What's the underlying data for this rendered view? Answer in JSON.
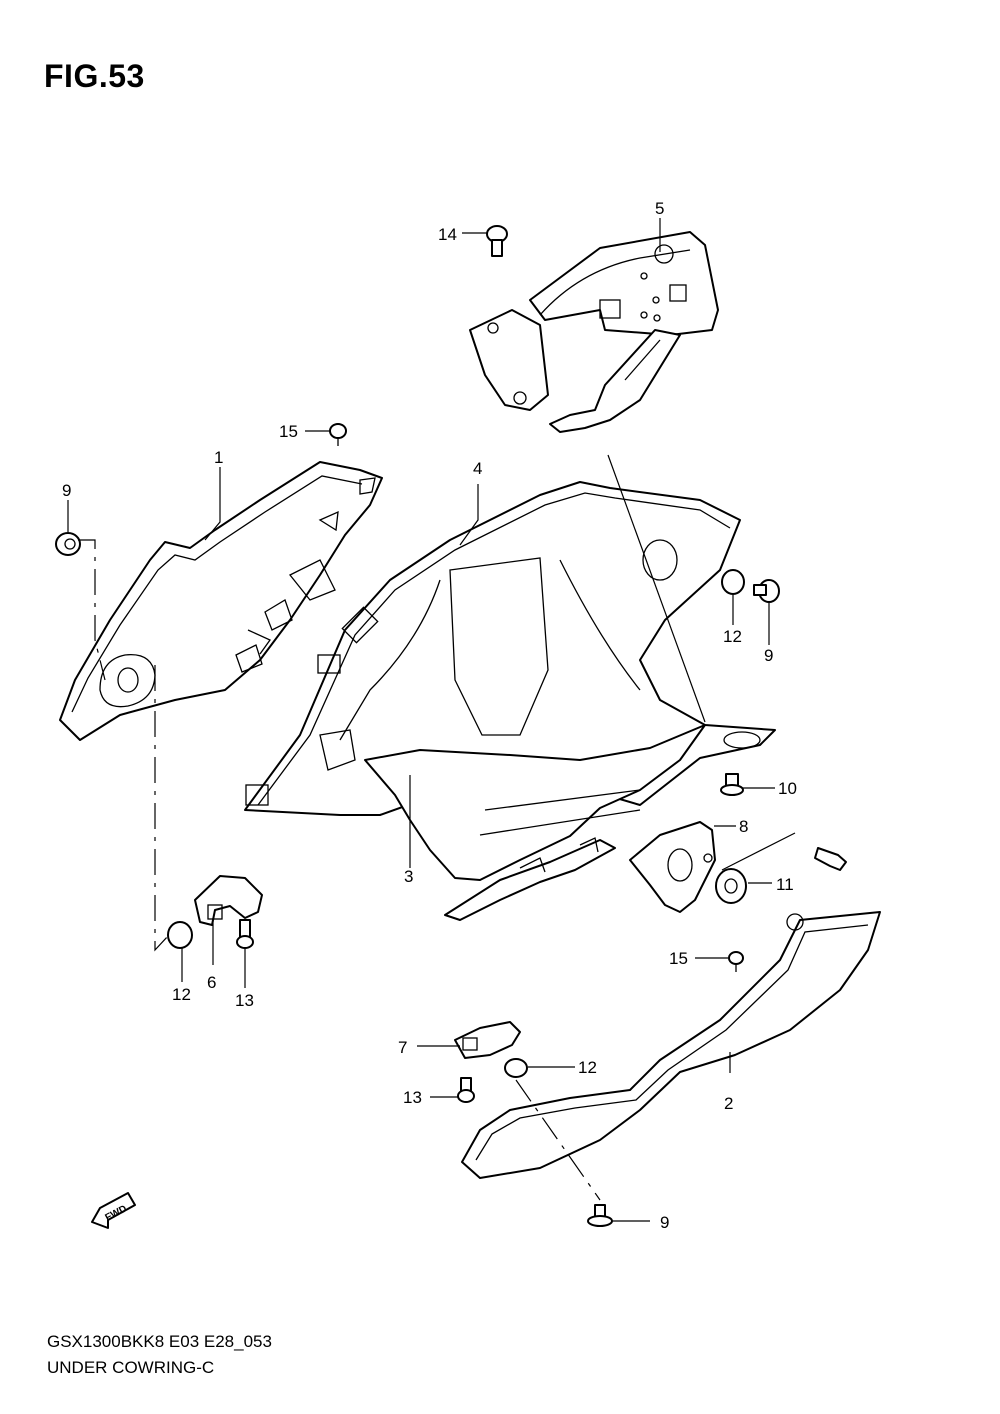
{
  "figure": {
    "title": "FIG.53",
    "code": "GSX1300BKK8 E03 E28_053",
    "name": "UNDER COWRING-C",
    "fwd_label": "FWD"
  },
  "callouts": [
    {
      "id": "c1",
      "label": "1"
    },
    {
      "id": "c2",
      "label": "2"
    },
    {
      "id": "c3",
      "label": "3"
    },
    {
      "id": "c4",
      "label": "4"
    },
    {
      "id": "c5",
      "label": "5"
    },
    {
      "id": "c6",
      "label": "6"
    },
    {
      "id": "c7",
      "label": "7"
    },
    {
      "id": "c8",
      "label": "8"
    },
    {
      "id": "c9a",
      "label": "9"
    },
    {
      "id": "c9b",
      "label": "9"
    },
    {
      "id": "c9c",
      "label": "9"
    },
    {
      "id": "c10",
      "label": "10"
    },
    {
      "id": "c11",
      "label": "11"
    },
    {
      "id": "c12a",
      "label": "12"
    },
    {
      "id": "c12b",
      "label": "12"
    },
    {
      "id": "c12c",
      "label": "12"
    },
    {
      "id": "c13a",
      "label": "13"
    },
    {
      "id": "c13b",
      "label": "13"
    },
    {
      "id": "c14",
      "label": "14"
    },
    {
      "id": "c15a",
      "label": "15"
    },
    {
      "id": "c15b",
      "label": "15"
    }
  ]
}
